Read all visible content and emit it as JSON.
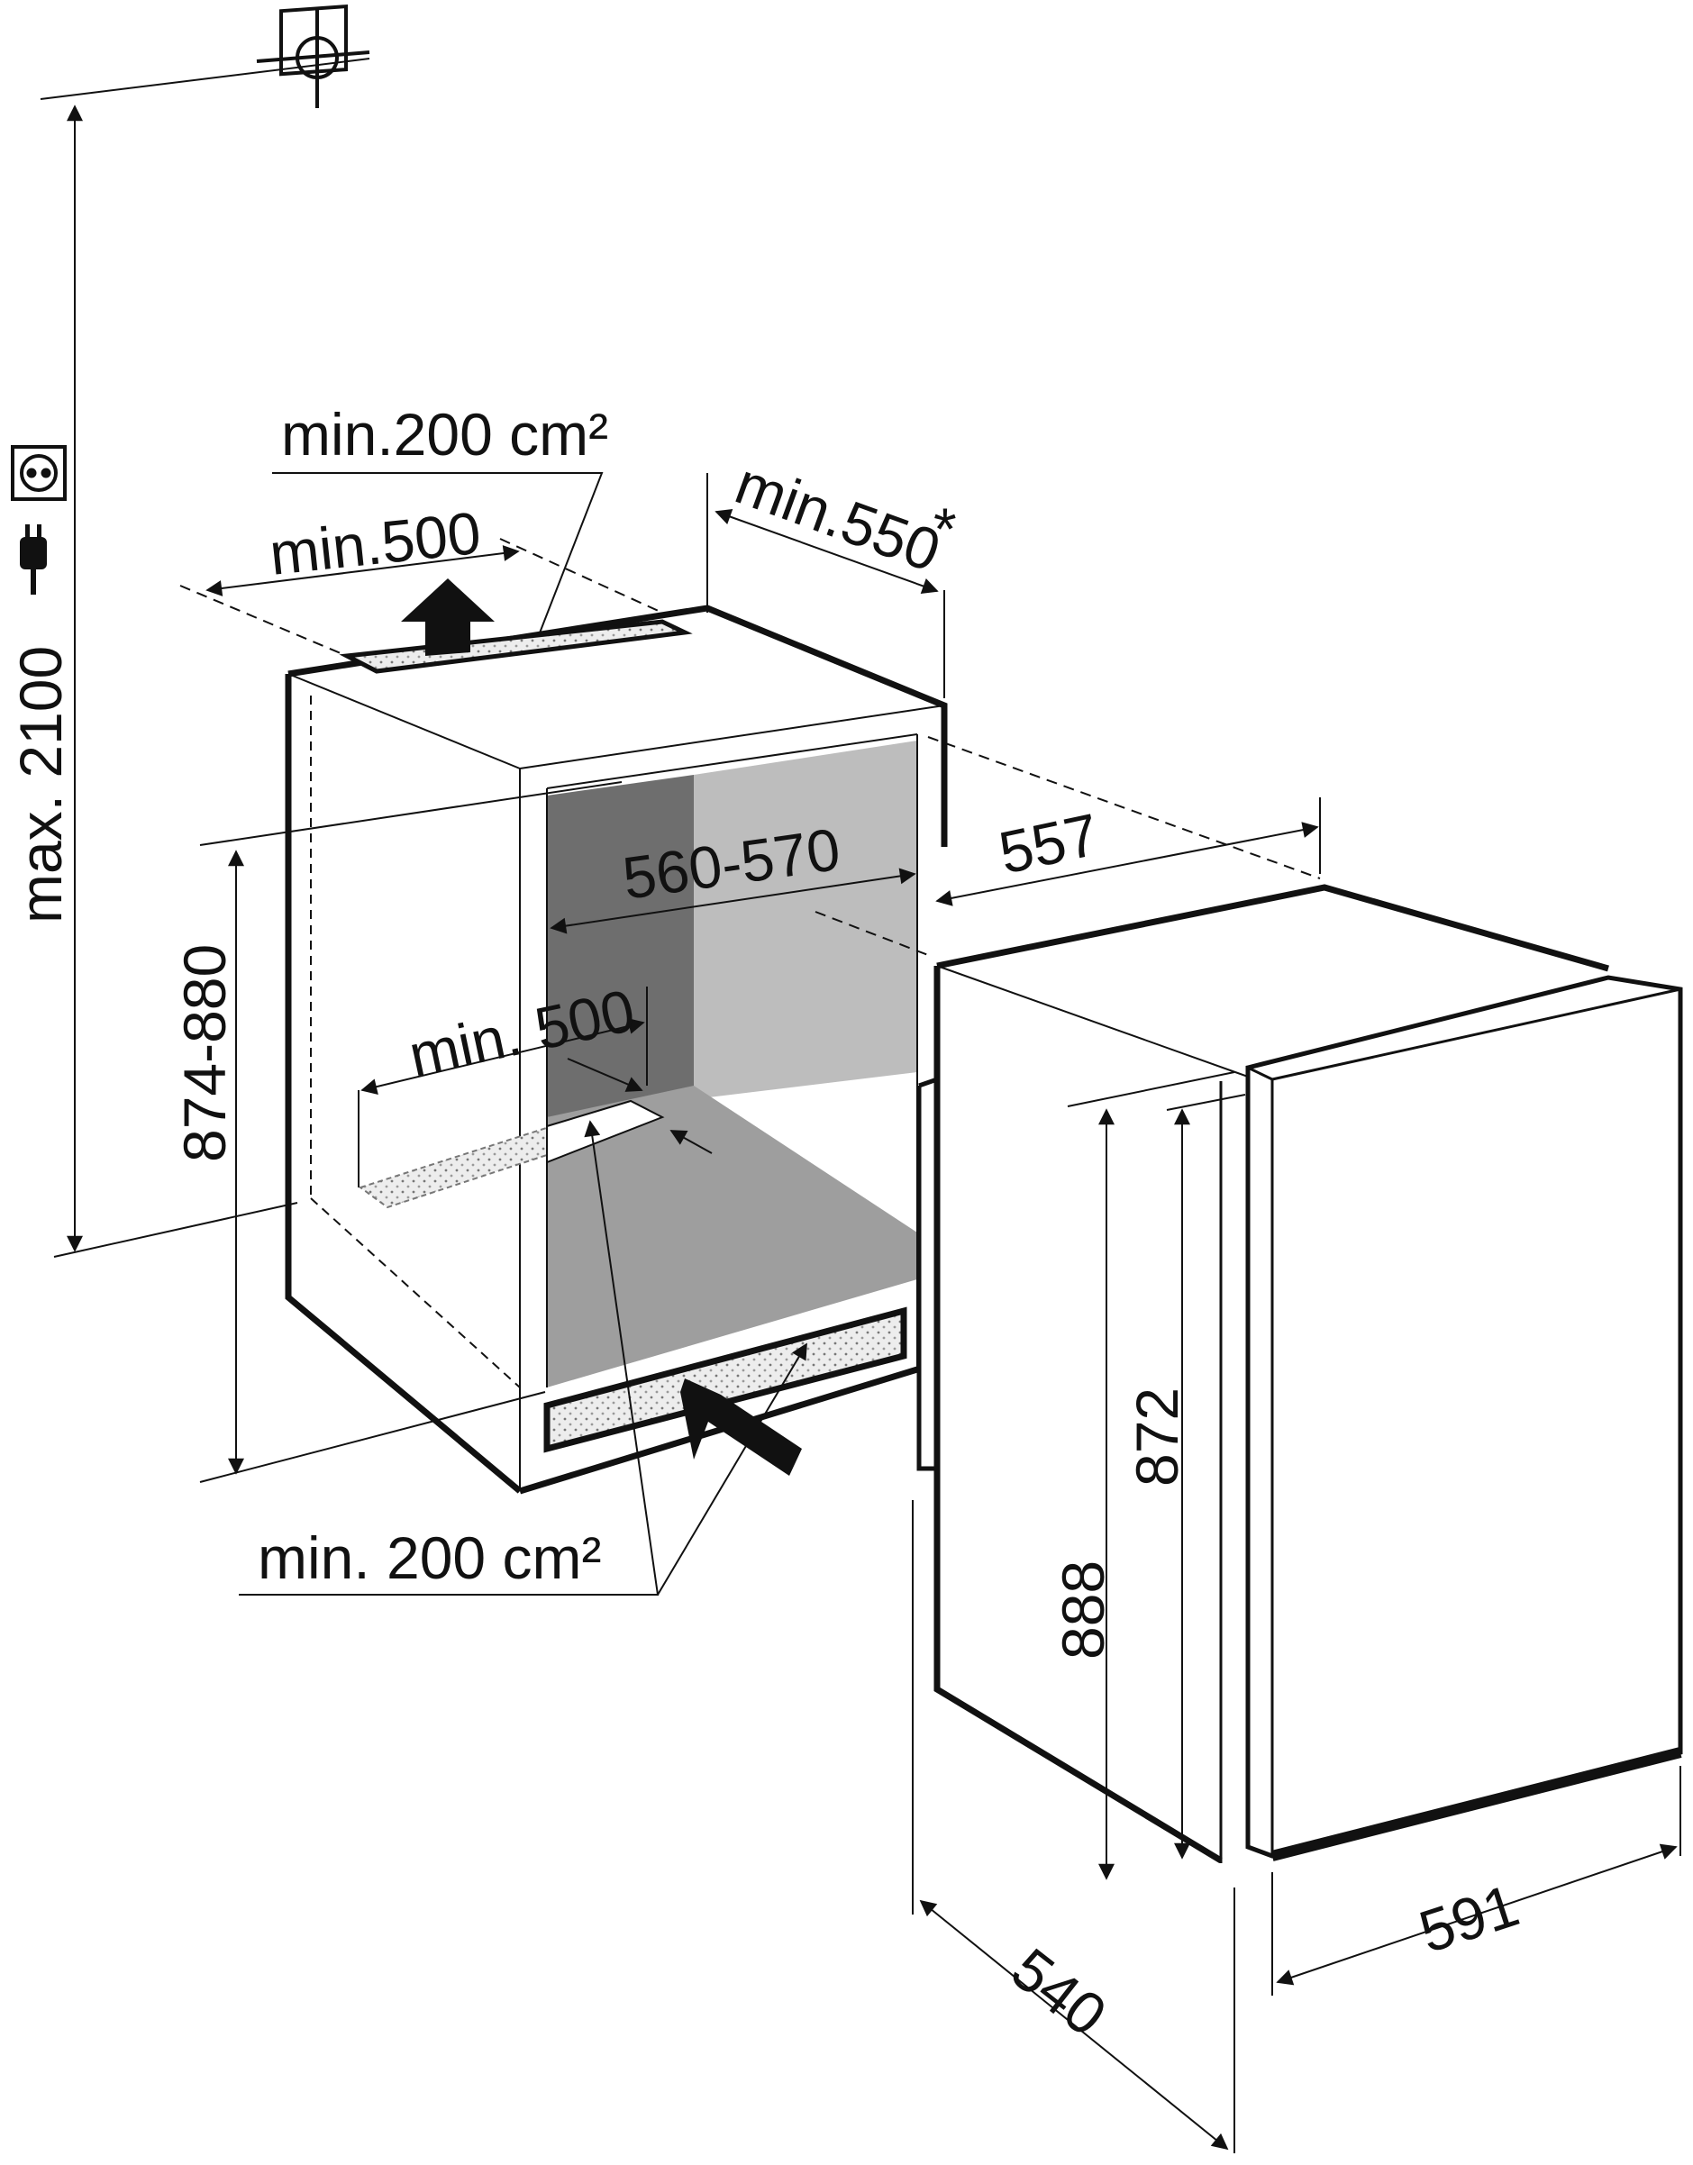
{
  "colors": {
    "line": "#111111",
    "niche_back_dark": "#6e6e6e",
    "niche_back_light": "#bdbdbd",
    "niche_floor": "#9e9e9e",
    "vent": "#e6e6e6",
    "paper": "#ffffff"
  },
  "icons": [
    "water-connection-icon",
    "power-socket-icon",
    "power-plug-icon",
    "air-outlet-arrow-icon",
    "air-inlet-arrow-icon"
  ],
  "labels": {
    "max_height": "max. 2100",
    "niche_height": "874-880",
    "top_vent_area": "min.200 cm²",
    "top_vent_width": "min.500",
    "niche_depth": "min.550",
    "niche_depth_note": "*",
    "niche_width": "560-570",
    "appliance_depth": "557",
    "bottom_vent_width": "min. 500",
    "bottom_vent_area": "min. 200 cm²",
    "appliance_height": "888",
    "door_height": "872",
    "carcass_depth": "540",
    "door_width": "591"
  }
}
